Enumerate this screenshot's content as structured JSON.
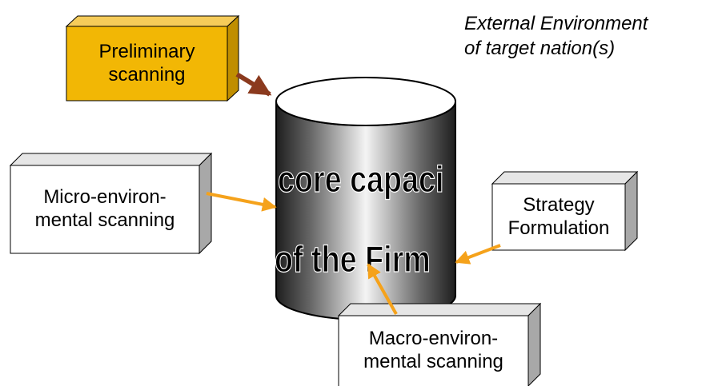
{
  "title": {
    "line1": "External Environment",
    "line2": "of target nation(s)"
  },
  "cylinder": {
    "line1": "core capaci",
    "line2": "of the Firm"
  },
  "boxes": {
    "preliminary": {
      "line1": "Preliminary",
      "line2": "scanning"
    },
    "micro": {
      "line1": "Micro-environ-",
      "line2": "mental scanning"
    },
    "strategy": {
      "line1": "Strategy",
      "line2": "Formulation"
    },
    "macro": {
      "line1": "Macro-environ-",
      "line2": "mental scanning"
    }
  },
  "colors": {
    "preliminary_fill": "#f2b705",
    "box_fill": "#ffffff",
    "arrow_brown": "#8b3a1e",
    "arrow_orange": "#f5a21b"
  }
}
